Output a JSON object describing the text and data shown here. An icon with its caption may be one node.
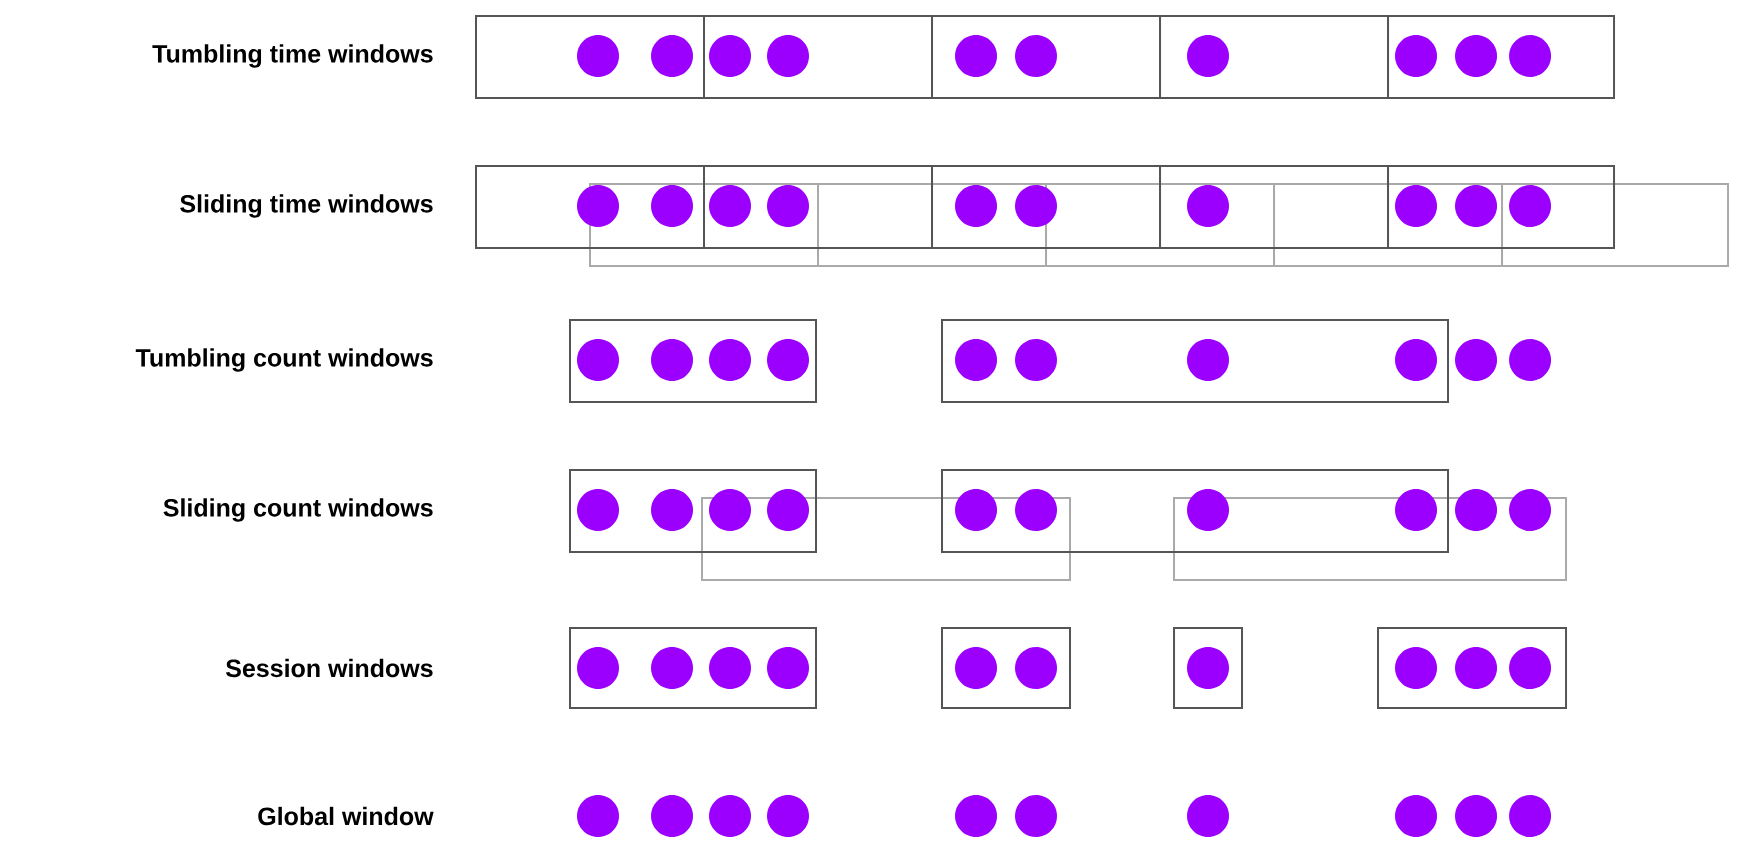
{
  "diagram": {
    "labels": [
      "Tumbling time windows",
      "Sliding time windows",
      "Tumbling count windows",
      "Sliding count windows",
      "Session windows",
      "Global window"
    ]
  }
}
